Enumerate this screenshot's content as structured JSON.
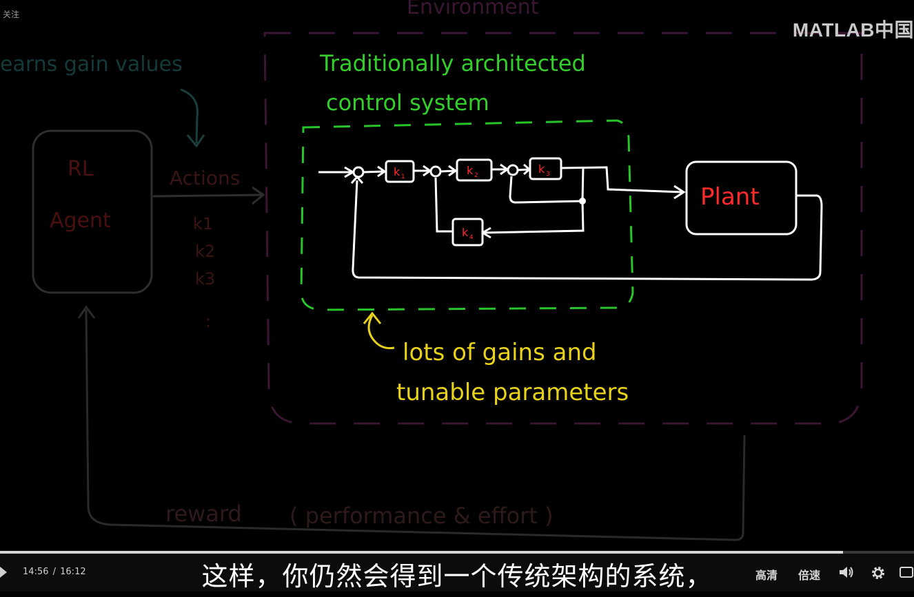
{
  "overlay": {
    "follow_label": "关注",
    "watermark": "MATLAB中国"
  },
  "diagram": {
    "environment_label": "Environment",
    "learns_note": "earns gain values",
    "agent": {
      "line1": "RL",
      "line2": "Agent"
    },
    "actions_label": "Actions",
    "action_items": [
      "k1",
      "k2",
      "k3",
      ":"
    ],
    "control_system_title": {
      "line1": "Traditionally architected",
      "line2": "control system"
    },
    "gain_blocks": [
      {
        "sym": "k",
        "sub": "1"
      },
      {
        "sym": "k",
        "sub": "2"
      },
      {
        "sym": "k",
        "sub": "3"
      },
      {
        "sym": "k",
        "sub": "4"
      }
    ],
    "plant_label": "Plant",
    "gains_note": {
      "line1": "lots of gains and",
      "line2": "tunable parameters"
    },
    "reward_label": "reward",
    "reward_detail": "( performance & effort )",
    "colors": {
      "environment": "#3a1632",
      "control_system_box": "#27c42a",
      "control_title": "#33cf2a",
      "gains_note": "#e8d21a",
      "gain_text": "#ff2a2a",
      "agent_text": "#4a0f0f",
      "faded": "#2a2a2a"
    }
  },
  "player": {
    "current_time": "14:56",
    "separator": "/",
    "total_time": "16:12",
    "progress": 0.922,
    "quality_label": "高清",
    "speed_label": "倍速",
    "subtitle": "这样，你仍然会得到一个传统架构的系统，",
    "icons": [
      "play-icon",
      "volume-icon",
      "settings-icon",
      "fullscreen-icon"
    ]
  }
}
